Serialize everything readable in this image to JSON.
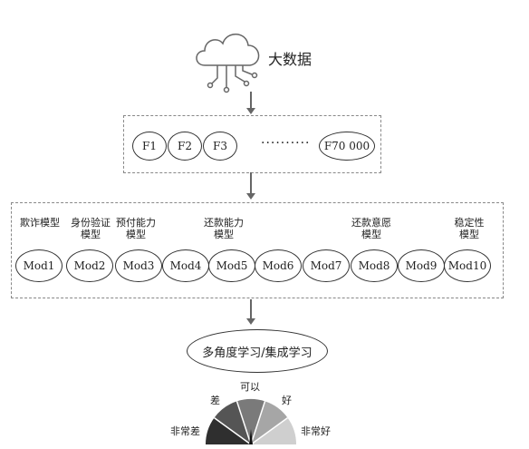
{
  "top": {
    "title": "大数据",
    "icon": "cloud-network-icon"
  },
  "features": {
    "items": [
      "F1",
      "F2",
      "F3"
    ],
    "ellipsis": "··········",
    "last": "F70 000"
  },
  "models": {
    "items": [
      "Mod1",
      "Mod2",
      "Mod3",
      "Mod4",
      "Mod5",
      "Mod6",
      "Mod7",
      "Mod8",
      "Mod9",
      "Mod10"
    ],
    "labels": [
      "欺诈模型",
      "身份验证\n模型",
      "预付能力\n模型",
      "还款能力\n模型",
      "还款意愿\n模型",
      "稳定性\n模型"
    ]
  },
  "ensemble": {
    "label": "多角度学习/集成学习"
  },
  "gauge": {
    "very_bad": "非常差",
    "bad": "差",
    "ok": "可以",
    "good": "好",
    "very_good": "非常好"
  }
}
